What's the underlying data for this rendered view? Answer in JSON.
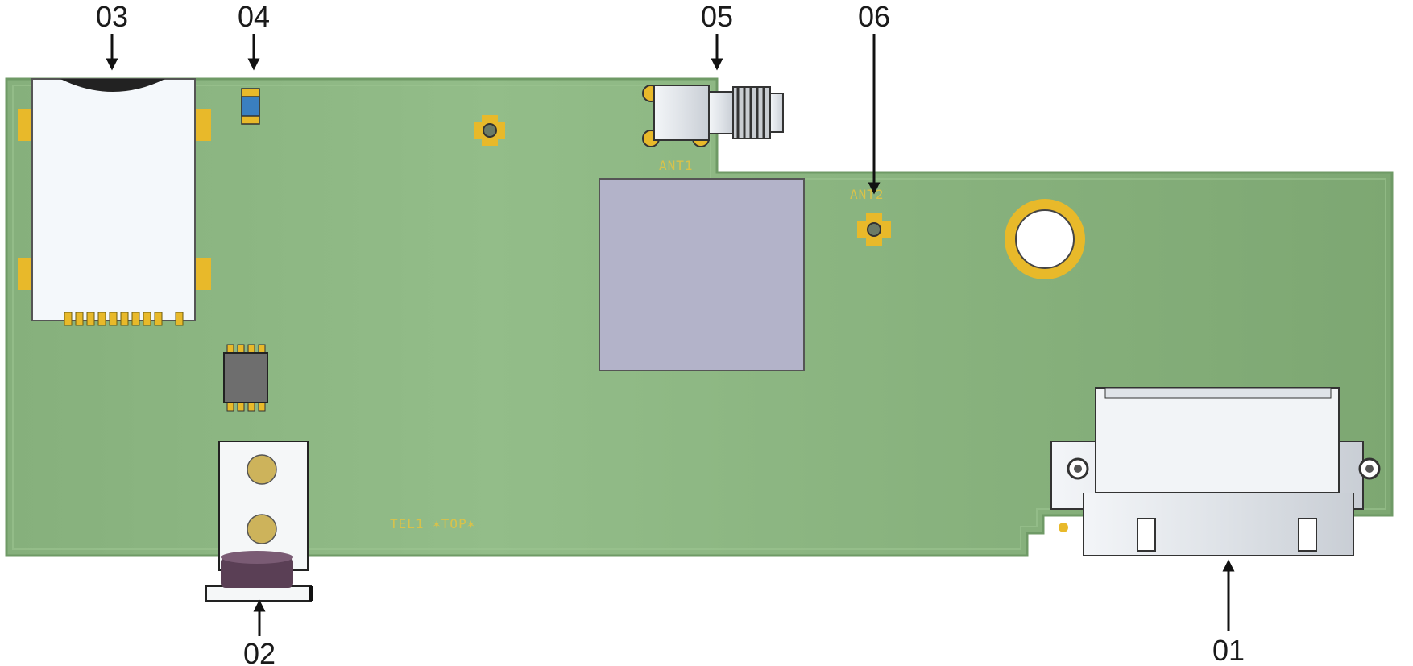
{
  "diagram": {
    "callouts": [
      {
        "id": "01",
        "label": "01"
      },
      {
        "id": "02",
        "label": "02"
      },
      {
        "id": "03",
        "label": "03"
      },
      {
        "id": "04",
        "label": "04"
      },
      {
        "id": "05",
        "label": "05"
      },
      {
        "id": "06",
        "label": "06"
      }
    ],
    "silkscreen": {
      "ant1": "ANT1",
      "ant2": "ANT2",
      "board": "TEL1 ✶TOP✶"
    },
    "colors": {
      "board": "#8db783",
      "board_edge": "#6f9a66",
      "pad_gold": "#e8b92a",
      "module": "#b3b3c9",
      "connector": "#e9edf2"
    }
  }
}
